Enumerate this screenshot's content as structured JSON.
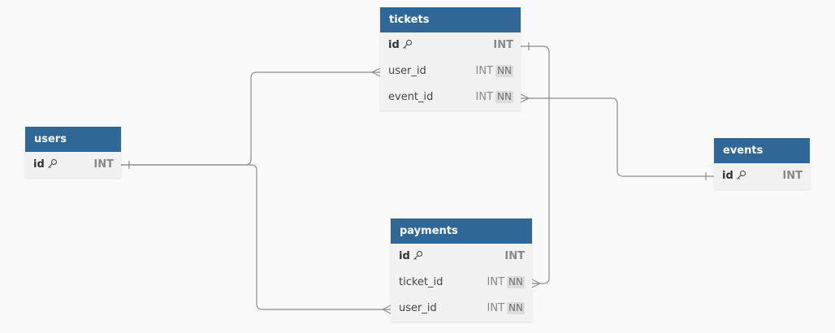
{
  "tables": {
    "users": {
      "title": "users",
      "columns": [
        {
          "name": "id",
          "type": "INT",
          "pk": true
        }
      ]
    },
    "tickets": {
      "title": "tickets",
      "columns": [
        {
          "name": "id",
          "type": "INT",
          "pk": true
        },
        {
          "name": "user_id",
          "type": "INT",
          "nn": "NN"
        },
        {
          "name": "event_id",
          "type": "INT",
          "nn": "NN"
        }
      ]
    },
    "events": {
      "title": "events",
      "columns": [
        {
          "name": "id",
          "type": "INT",
          "pk": true
        }
      ]
    },
    "payments": {
      "title": "payments",
      "columns": [
        {
          "name": "id",
          "type": "INT",
          "pk": true
        },
        {
          "name": "ticket_id",
          "type": "INT",
          "nn": "NN"
        },
        {
          "name": "user_id",
          "type": "INT",
          "nn": "NN"
        }
      ]
    }
  },
  "relationships": [
    {
      "from": "users.id",
      "from_cardinality": "one",
      "to": "tickets.user_id",
      "to_cardinality": "many"
    },
    {
      "from": "users.id",
      "from_cardinality": "one",
      "to": "payments.user_id",
      "to_cardinality": "many"
    },
    {
      "from": "tickets.id",
      "from_cardinality": "one",
      "to": "payments.ticket_id",
      "to_cardinality": "many"
    },
    {
      "from": "events.id",
      "from_cardinality": "one",
      "to": "tickets.event_id",
      "to_cardinality": "many"
    }
  ],
  "colors": {
    "header": "#2f6896",
    "table_body": "#f1f1f1",
    "line": "#8c8c8c",
    "background": "#f9f9f9"
  }
}
